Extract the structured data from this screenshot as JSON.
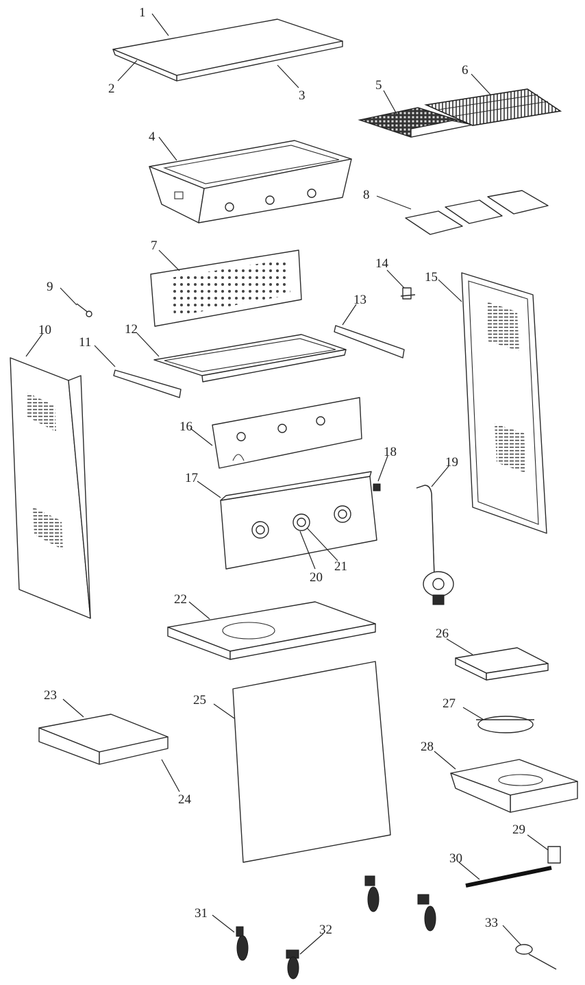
{
  "diagram": {
    "callouts": [
      "1",
      "2",
      "3",
      "4",
      "5",
      "6",
      "7",
      "8",
      "9",
      "10",
      "11",
      "12",
      "13",
      "14",
      "15",
      "16",
      "17",
      "18",
      "19",
      "20",
      "21",
      "22",
      "23",
      "24",
      "25",
      "26",
      "27",
      "28",
      "29",
      "30",
      "31",
      "32",
      "33"
    ]
  },
  "colors": {
    "line": "#2a2a2a",
    "background": "#ffffff",
    "fill_dark": "#2b2b2b"
  }
}
